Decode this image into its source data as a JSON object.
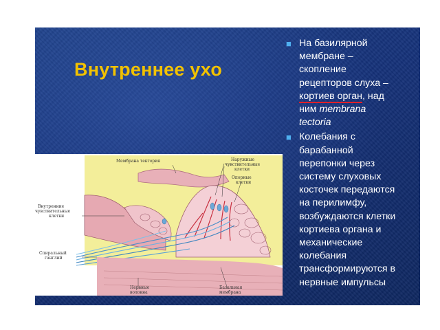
{
  "slide": {
    "title": "Внутреннее ухо",
    "bullets": [
      {
        "lines": [
          "На базилярной",
          "мембране –",
          "скопление",
          "рецепторов слуха –"
        ],
        "underlined_text": "кортиев орган",
        "after_underline": ", над",
        "line_before_italic": "ним ",
        "italic_1": "membrana",
        "italic_2": "tectoria"
      },
      {
        "lines": [
          "Колебания с",
          "барабанной",
          "перепонки через",
          "систему слуховых",
          "косточек передаются",
          "на перилимфу,",
          "возбуждаются клетки",
          "кортиева органа и",
          "механические",
          "колебания",
          "трансформируются в",
          "нервные импульсы"
        ]
      }
    ]
  },
  "figure": {
    "labels": {
      "tectorial": "Мембрана тектория",
      "outer_sensory_1": "Наружные",
      "outer_sensory_2": "чувствительные",
      "outer_sensory_3": "клетки",
      "support_1": "Опорные",
      "support_2": "клетки",
      "inner_sensory_1": "Внутренние",
      "inner_sensory_2": "чувствительные",
      "inner_sensory_3": "клетки",
      "spiral_1": "Спиральный",
      "spiral_2": "ганглий",
      "nerve_1": "Нервные",
      "nerve_2": "волокна",
      "basal_1": "Базальная",
      "basal_2": "мембрана"
    }
  },
  "colors": {
    "title": "#f2c200",
    "bullet_mark": "#4fb0f0",
    "underline": "#e0202a",
    "tissue_pink": "#e8b0b8",
    "tissue_yellow": "#f3ee9a"
  }
}
